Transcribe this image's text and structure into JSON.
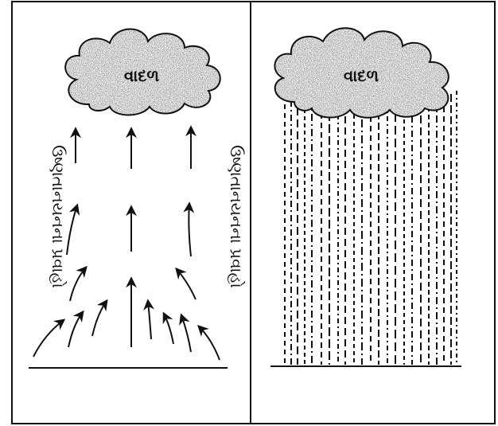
{
  "left_panel": {
    "cloud_label": "વાદળ",
    "left_side_label": "ઉષ્ણતાનયનના પ્રવાહો",
    "right_side_label": "ઉષ્ણતાનયનના પ્રવાહો"
  },
  "right_panel": {
    "cloud_label": "વાદળ"
  }
}
